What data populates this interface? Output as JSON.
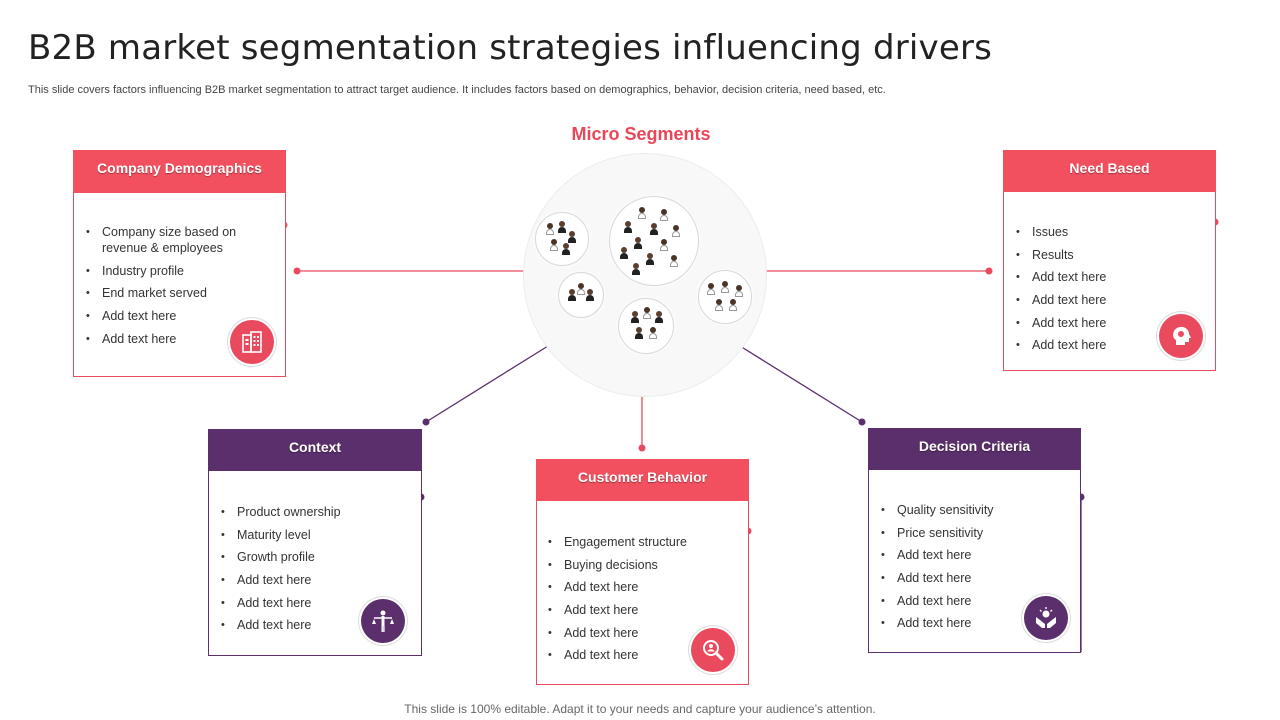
{
  "title": "B2B market segmentation strategies influencing drivers",
  "subtitle": "This slide covers factors influencing B2B market segmentation to attract target audience. It includes factors based on demographics, behavior, decision criteria, need based, etc.",
  "footer": "This slide is 100% editable. Adapt it to your needs and capture your audience’s attention.",
  "center": {
    "label": "Micro Segments"
  },
  "colors": {
    "accent_red": "#f2505f",
    "accent_purple": "#5a2f6b"
  },
  "boxes": {
    "company_demographics": {
      "title": "Company Demographics",
      "icon": "building-icon",
      "items": [
        "Company size based on revenue  & employees",
        "Industry profile",
        "End market served",
        "Add text here",
        "Add text here"
      ]
    },
    "need_based": {
      "title": "Need Based",
      "icon": "head-lightbulb-icon",
      "items": [
        "Issues",
        "Results",
        "Add text here",
        "Add text here",
        "Add text here",
        "Add text here"
      ]
    },
    "context": {
      "title": "Context",
      "icon": "person-scales-icon",
      "items": [
        "Product ownership",
        "Maturity level",
        "Growth profile",
        "Add text here",
        "Add text here",
        "Add text here"
      ]
    },
    "customer_behavior": {
      "title": "Customer Behavior",
      "icon": "magnifier-person-icon",
      "items": [
        "Engagement  structure",
        "Buying decisions",
        "Add text here",
        "Add text here",
        "Add text here",
        "Add text here"
      ]
    },
    "decision_criteria": {
      "title": "Decision Criteria",
      "icon": "hands-idea-icon",
      "items": [
        "Quality sensitivity",
        "Price sensitivity",
        "Add text here",
        "Add text here",
        "Add text here",
        "Add text here"
      ]
    }
  }
}
